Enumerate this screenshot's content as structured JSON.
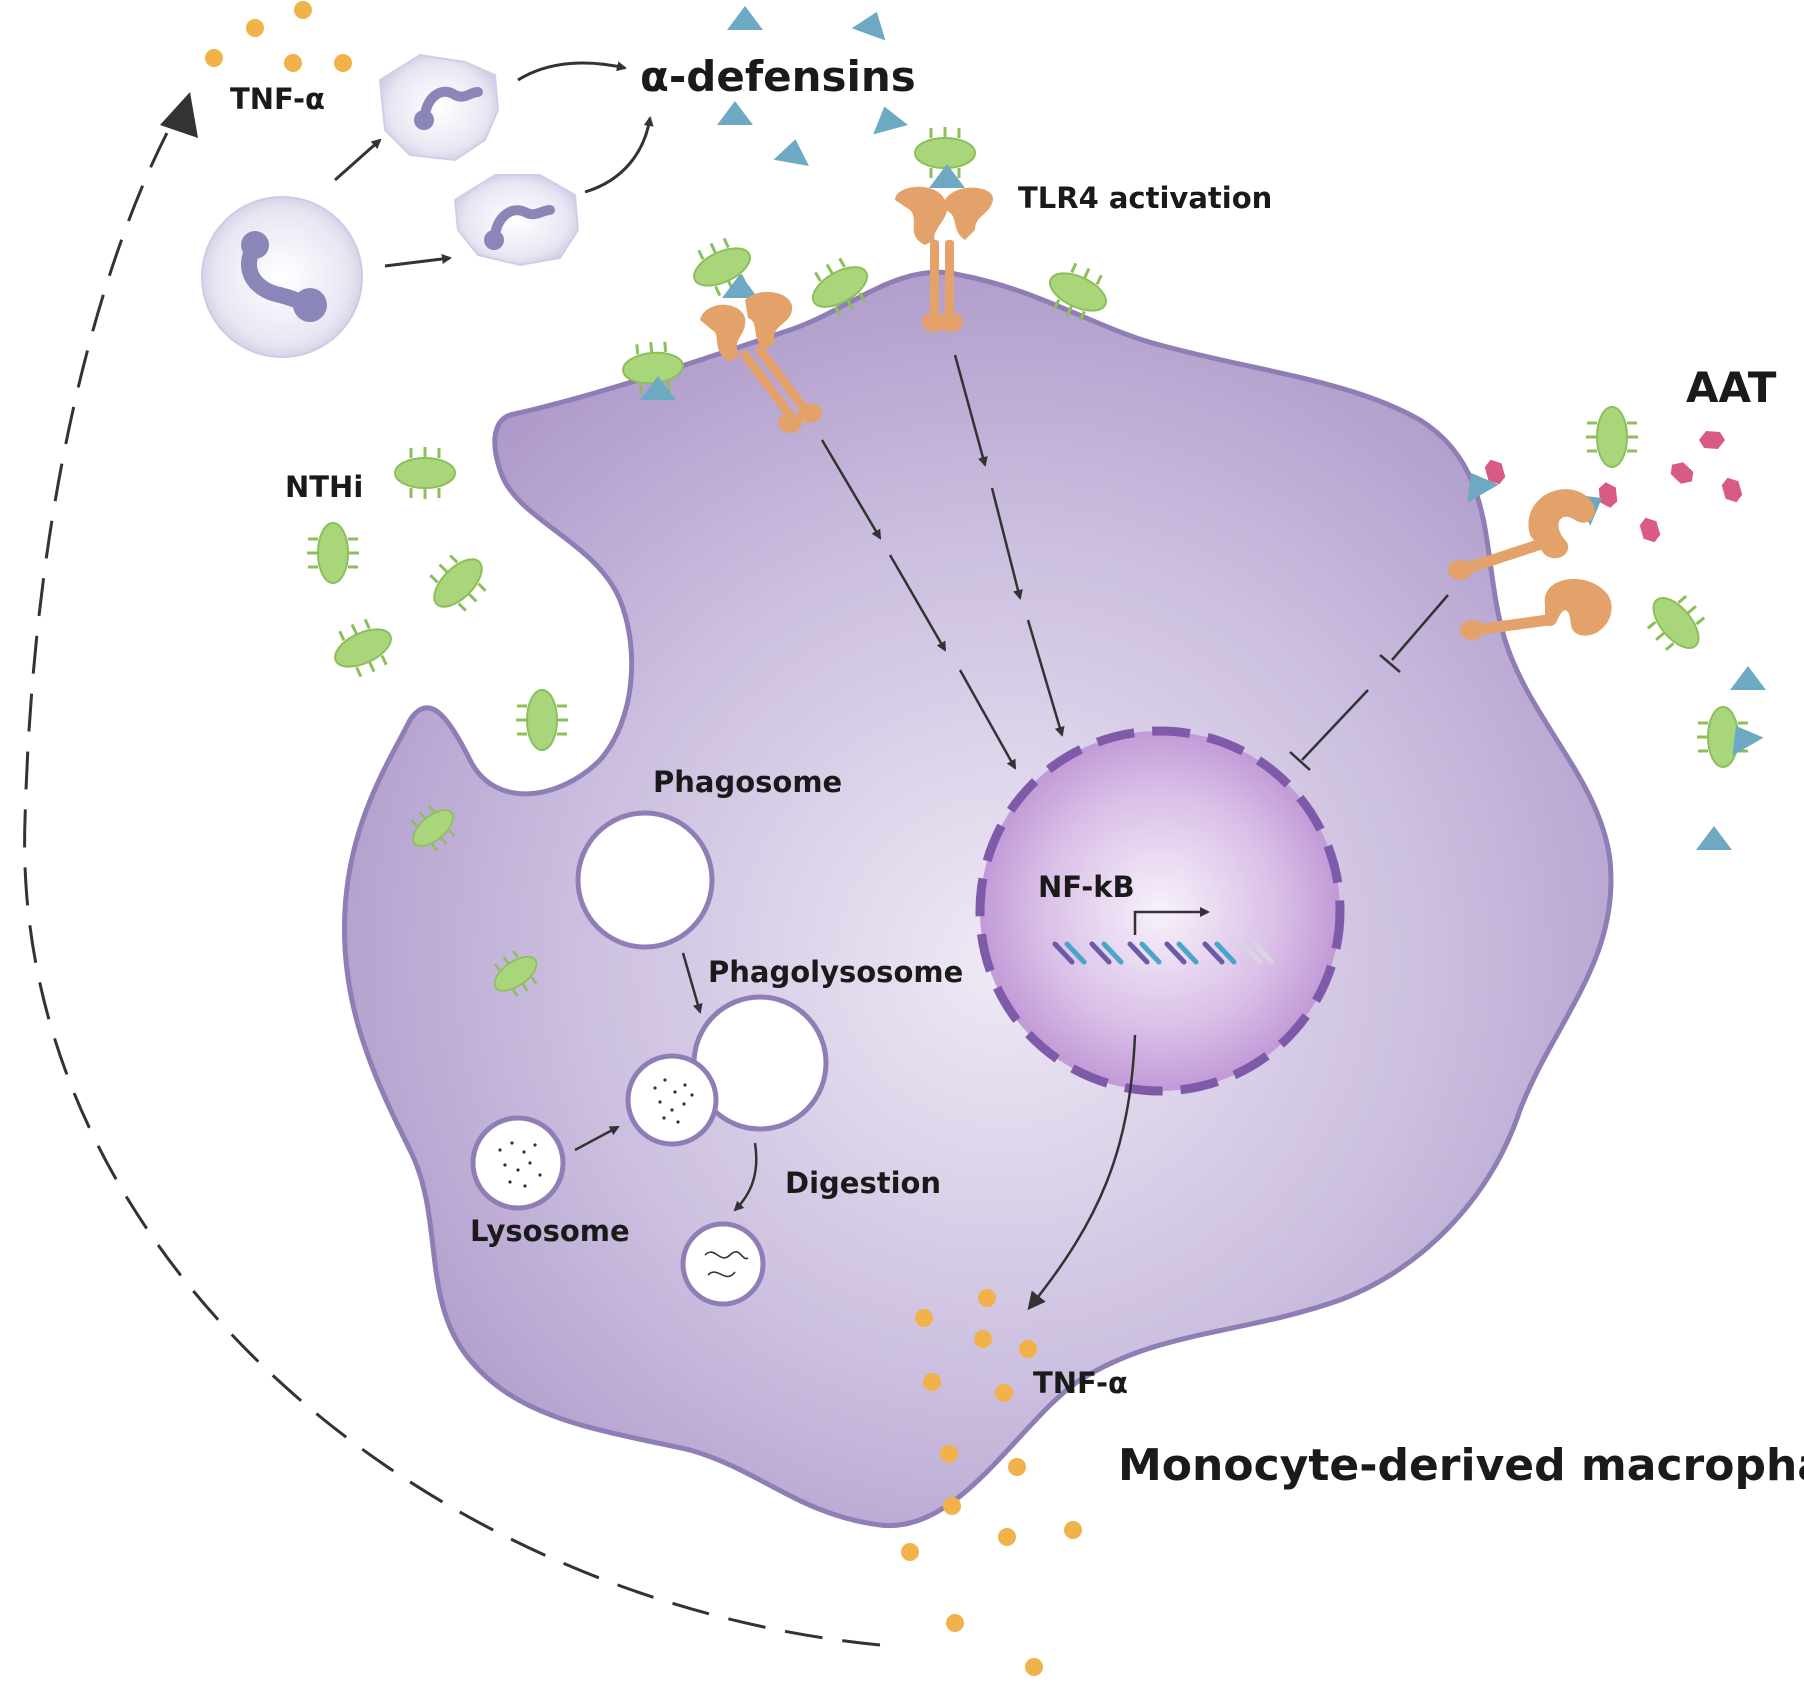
{
  "labels": {
    "tnf_alpha_top": "TNF-α",
    "alpha_defensins": "α-defensins",
    "tlr4_activation": "TLR4 activation",
    "aat": "AAT",
    "nthi": "NTHi",
    "phagosome": "Phagosome",
    "phagolysosome": "Phagolysosome",
    "lysosome": "Lysosome",
    "digestion": "Digestion",
    "nf_kb": "NF-kB",
    "tnf_alpha_bottom": "TNF-α",
    "macrophage": "Monocyte-derived macrophage"
  },
  "colors": {
    "cell_fill": "#b7a5cf",
    "cell_edge": "#8f7db6",
    "nucleus": "#b98fd0",
    "receptor": "#e3a26a",
    "bacteria": "#a9d67a",
    "defensin": "#6ea9c4",
    "aat": "#d95b84",
    "tnf": "#f1b24a"
  }
}
